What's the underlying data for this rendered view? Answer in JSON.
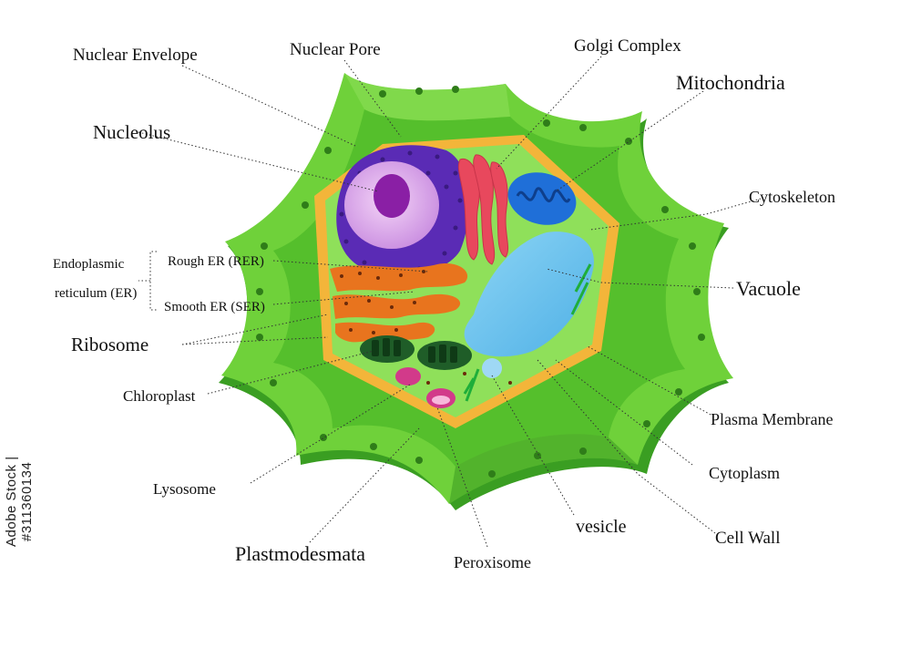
{
  "labels": {
    "nuclear_envelope": "Nuclear Envelope",
    "nuclear_pore": "Nuclear Pore",
    "golgi_complex": "Golgi Complex",
    "mitochondria": "Mitochondria",
    "nucleolus": "Nucleolus",
    "cytoskeleton": "Cytoskeleton",
    "er_line1": "Endoplasmic",
    "er_line2": "reticulum (ER)",
    "rough_er": "Rough ER (RER)",
    "smooth_er": "Smooth ER (SER)",
    "vacuole": "Vacuole",
    "ribosome": "Ribosome",
    "chloroplast": "Chloroplast",
    "plasma_membrane": "Plasma Membrane",
    "cytoplasm": "Cytoplasm",
    "lysosome": "Lysosome",
    "vesicle": "vesicle",
    "cell_wall": "Cell Wall",
    "plastmodesmata": "Plastmodesmata",
    "peroxisome": "Peroxisome"
  },
  "watermark": {
    "stock_id": "Adobe Stock | #311360134"
  },
  "colors": {
    "wall_light": "#6fd13a",
    "wall_mid": "#4fb82a",
    "wall_dark": "#2f8f1d",
    "cytoplasm": "#8fe05a",
    "membrane": "#f3b53a",
    "nucleus": "#5a2bb5",
    "nucleolus": "#8a1fa5",
    "golgi": "#e8485d",
    "mitochondria": "#1f6fd8",
    "vacuole": "#6cc3ef",
    "er": "#e8741e",
    "chloroplast": "#1f5d28",
    "lysosome": "#d23a8a"
  }
}
